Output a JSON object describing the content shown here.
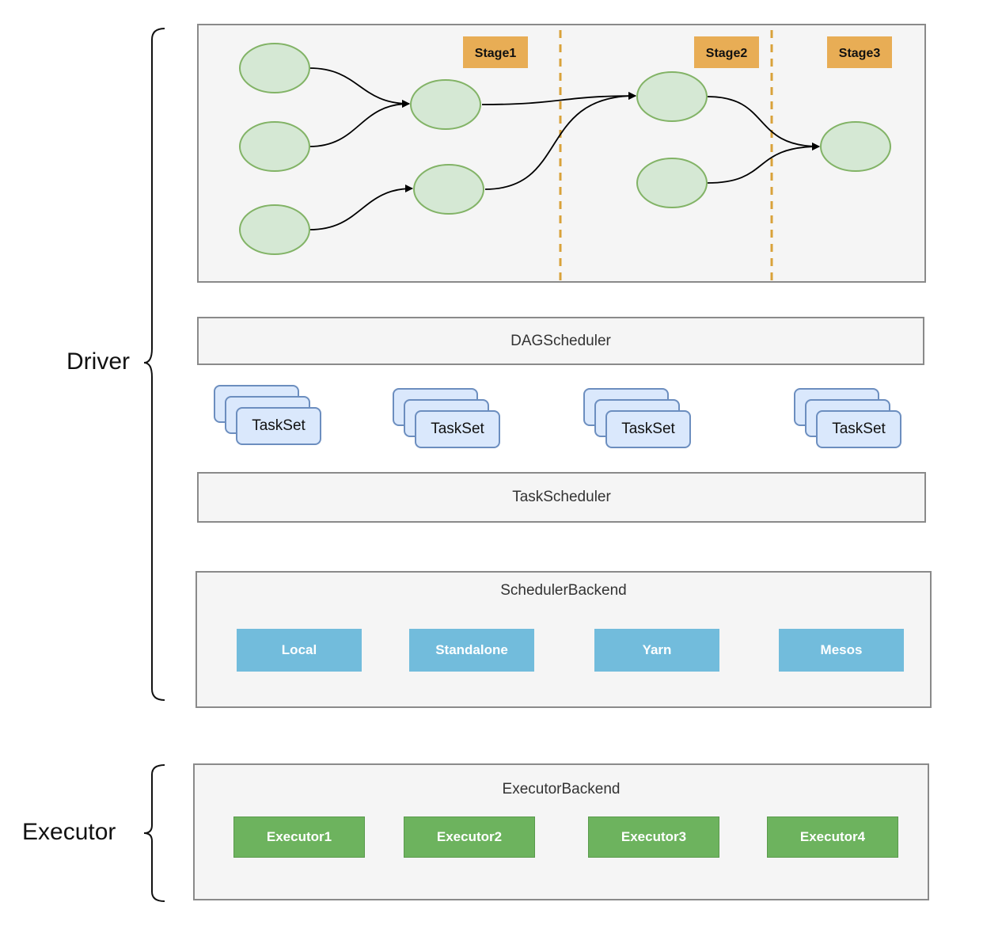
{
  "labels": {
    "driver": "Driver",
    "executor": "Executor"
  },
  "dag": {
    "stages": [
      "Stage1",
      "Stage2",
      "Stage3"
    ],
    "stage_color": "#e8ad55",
    "node_fill": "#d5e8d4",
    "node_stroke": "#82b366"
  },
  "dag_scheduler": "DAGScheduler",
  "tasksets": [
    "TaskSet",
    "TaskSet",
    "TaskSet",
    "TaskSet"
  ],
  "task_scheduler": "TaskScheduler",
  "scheduler_backend": {
    "title": "SchedulerBackend",
    "items": [
      "Local",
      "Standalone",
      "Yarn",
      "Mesos"
    ]
  },
  "executor_backend": {
    "title": "ExecutorBackend",
    "items": [
      "Executor1",
      "Executor2",
      "Executor3",
      "Executor4"
    ]
  }
}
